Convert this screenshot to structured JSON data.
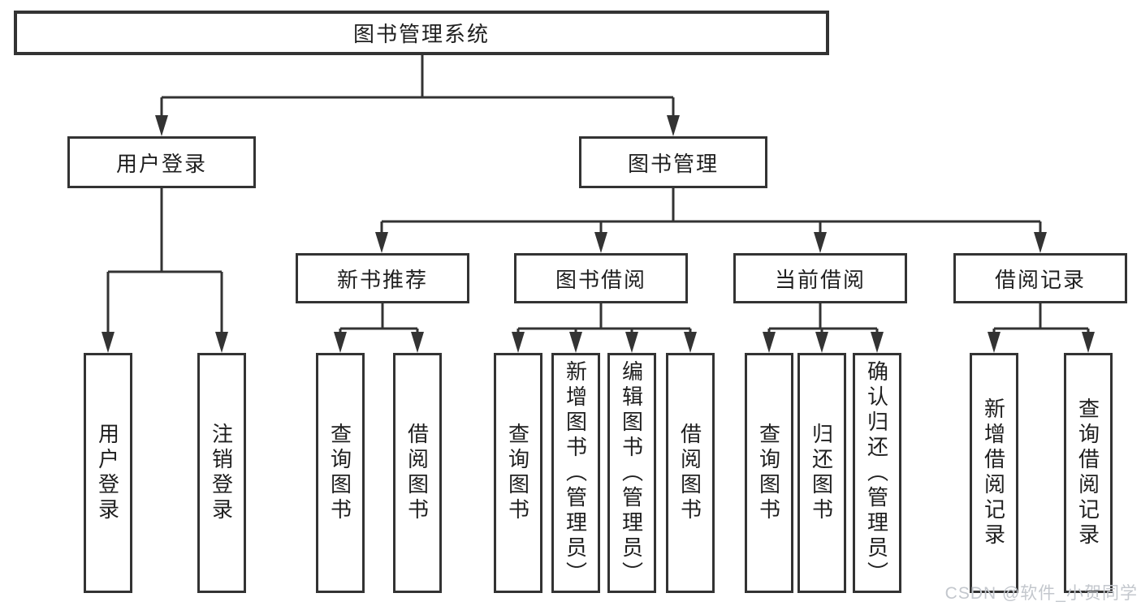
{
  "diagram": {
    "root": {
      "label": "图书管理系统"
    },
    "children": [
      {
        "label": "用户登录",
        "children": [
          {
            "label": "用户登录"
          },
          {
            "label": "注销登录"
          }
        ]
      },
      {
        "label": "图书管理",
        "children": [
          {
            "label": "新书推荐",
            "children": [
              {
                "label": "查询图书"
              },
              {
                "label": "借阅图书"
              }
            ]
          },
          {
            "label": "图书借阅",
            "children": [
              {
                "label": "查询图书"
              },
              {
                "label": "新增图书（管理员）"
              },
              {
                "label": "编辑图书（管理员）"
              },
              {
                "label": "借阅图书"
              }
            ]
          },
          {
            "label": "当前借阅",
            "children": [
              {
                "label": "查询图书"
              },
              {
                "label": "归还图书"
              },
              {
                "label": "确认归还（管理员）"
              }
            ]
          },
          {
            "label": "借阅记录",
            "children": [
              {
                "label": "新增借阅记录"
              },
              {
                "label": "查询借阅记录"
              }
            ]
          }
        ]
      }
    ]
  },
  "watermark": {
    "text": "CSDN @软件_小贺同学"
  },
  "colors": {
    "line": "#333333",
    "text": "#1f1f1f",
    "background": "#ffffff",
    "watermark": "#c3c7cd"
  }
}
